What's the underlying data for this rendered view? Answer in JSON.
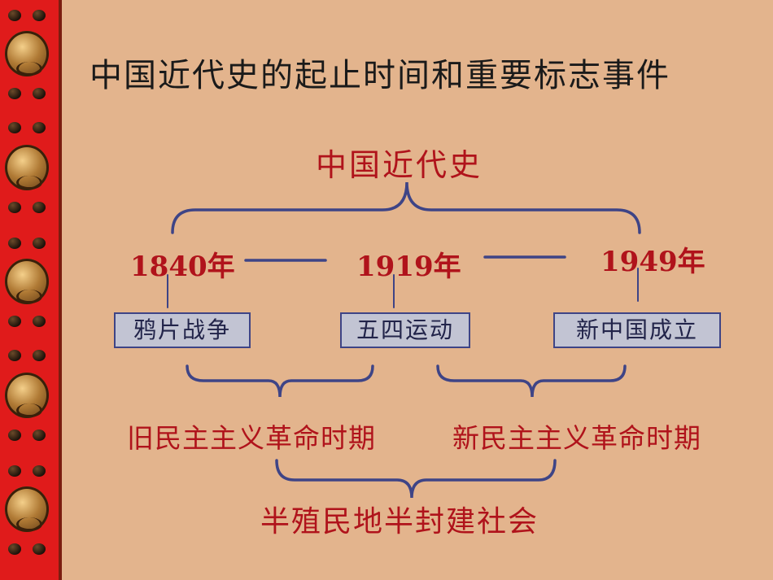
{
  "title": "中国近代史的起止时间和重要标志事件",
  "root": "中国近代史",
  "years": [
    "1840年",
    "1919年",
    "1949年"
  ],
  "events": [
    "鸦片战争",
    "五四运动",
    "新中国成立"
  ],
  "periods": [
    "旧民主主义革命时期",
    "新民主主义革命时期"
  ],
  "society": "半殖民地半封建社会",
  "colors": {
    "background": "#e3b48d",
    "text_red": "#b0131b",
    "bracket_blue": "#3e4486",
    "box_fill": "#c2c4d3",
    "border_red": "#e01b1b"
  }
}
